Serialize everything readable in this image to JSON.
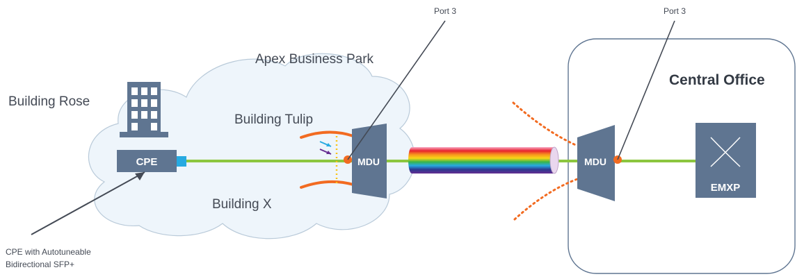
{
  "labels": {
    "apex": "Apex Business Park",
    "building_rose": "Building Rose",
    "building_tulip": "Building Tulip",
    "building_x": "Building X",
    "central_office": "Central Office",
    "port_left": "Port 3",
    "port_right": "Port 3",
    "cpe_note_line1": "CPE with Autotuneable",
    "cpe_note_line2": "Bidirectional SFP+"
  },
  "devices": {
    "cpe": "CPE",
    "mdu_left": "MDU",
    "mdu_right": "MDU",
    "emxp": "EMXP"
  },
  "colors": {
    "device": "#5f7591",
    "link": "#8cc63f",
    "accent": "#f26b21",
    "cloud_fill": "#eef5fb",
    "cloud_stroke": "#b9cad9",
    "office_border": "#5f7591"
  },
  "icons": {
    "building": "building-icon",
    "emxp": "cross-connect-icon"
  }
}
